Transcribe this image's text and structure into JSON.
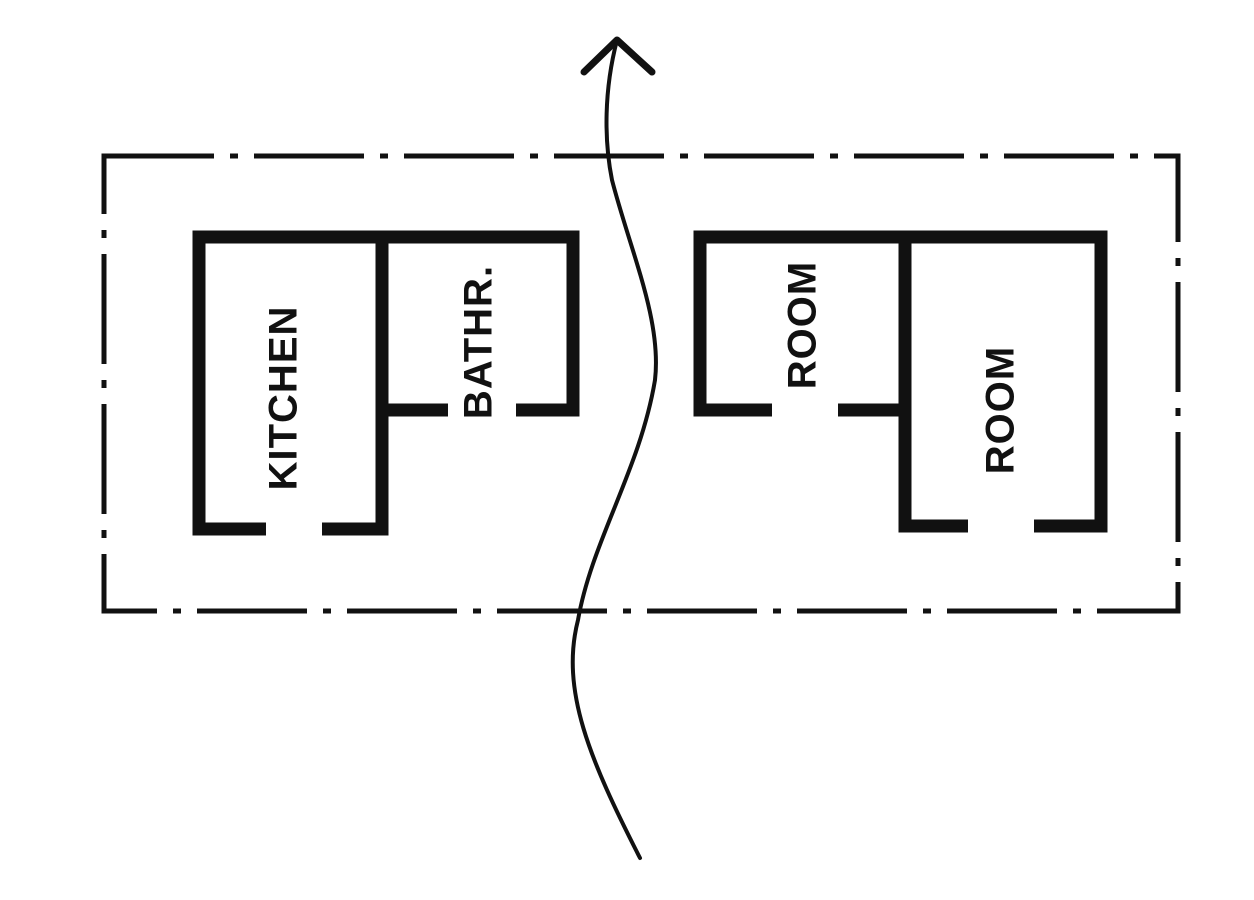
{
  "diagram": {
    "title": "",
    "rooms": {
      "kitchen": "KITCHEN",
      "bathroom": "BATHR.",
      "room_1": "ROOM",
      "room_2": "ROOM"
    },
    "icons": {
      "arrow": "arrow-up-icon"
    },
    "colors": {
      "ink": "#111111",
      "background": "#ffffff"
    }
  }
}
